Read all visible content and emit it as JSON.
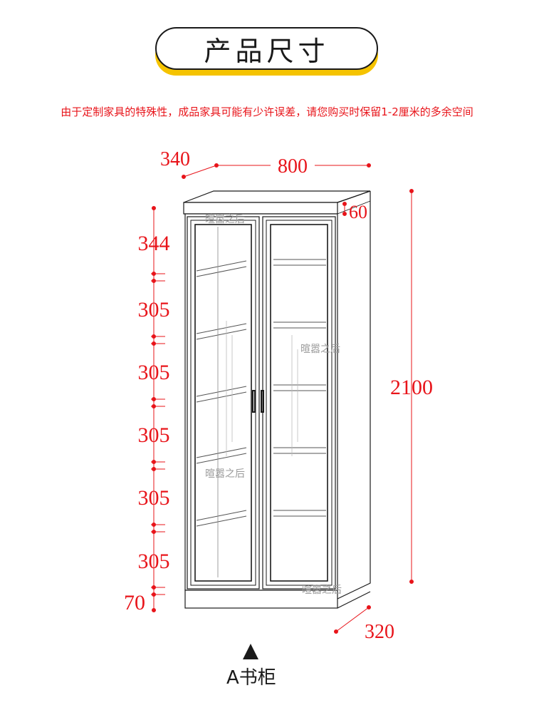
{
  "header": {
    "title": "产品尺寸"
  },
  "notice": "由于定制家具的特殊性，成品家具可能有少许误差，请您购买时保留1-2厘米的多余空间",
  "dimensions": {
    "depth_top": "340",
    "width": "800",
    "top_moulding": "60",
    "height": "2100",
    "bottom_depth": "320",
    "shelf_spacings": [
      "344",
      "305",
      "305",
      "305",
      "305",
      "305"
    ],
    "plinth": "70"
  },
  "watermark": "暄嚣之后",
  "caption": "A书柜",
  "colors": {
    "dimension": "#e8141a",
    "line": "#1a1a1a",
    "accent": "#f5c300"
  }
}
